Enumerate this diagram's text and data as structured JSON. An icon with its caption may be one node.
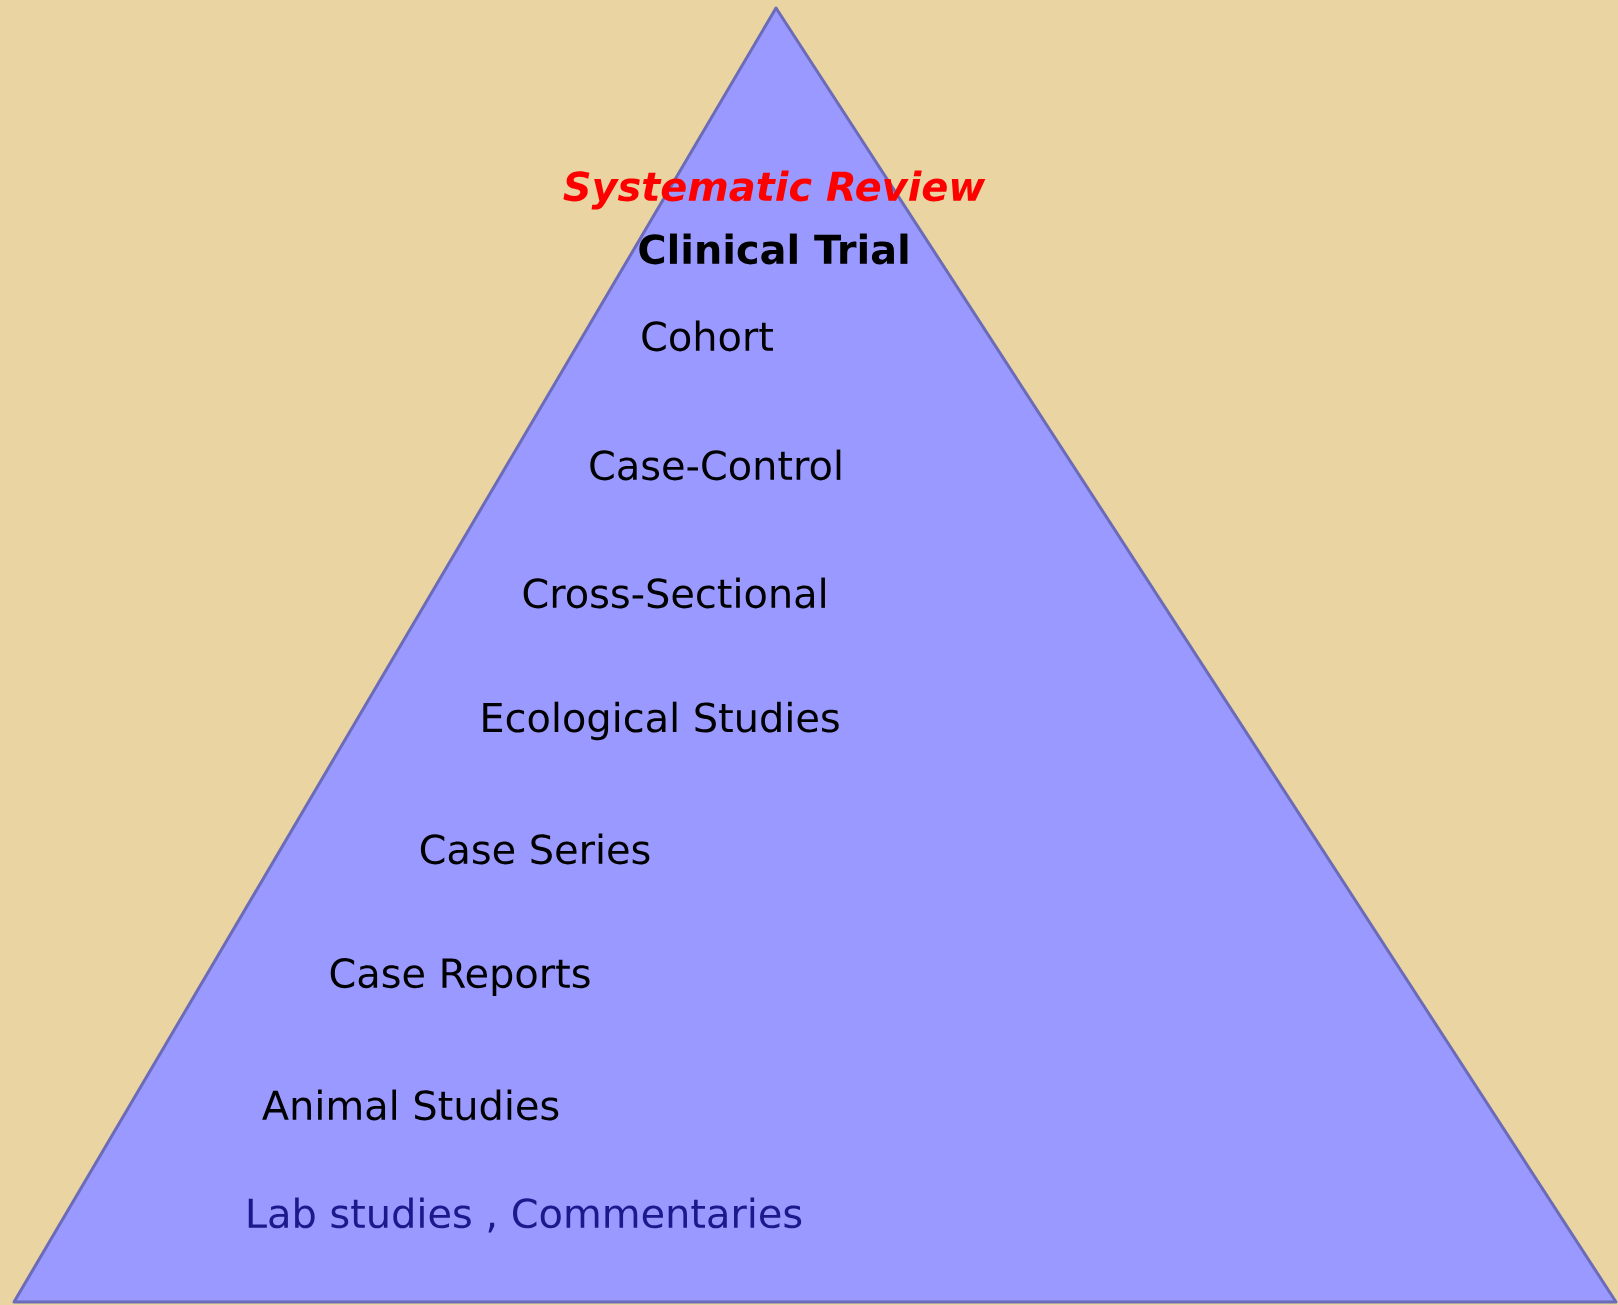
{
  "diagram": {
    "nodes": [
      {
        "text": [
          "Systematic Review",
          "Clinical Trial",
          "Cohort",
          "Case-Control",
          "Cross-Sectional",
          "Ecological Studies",
          "Case Series",
          "Case Reports",
          "Animal Studies",
          "Lab studies , Commentaries"
        ]
      }
    ]
  }
}
